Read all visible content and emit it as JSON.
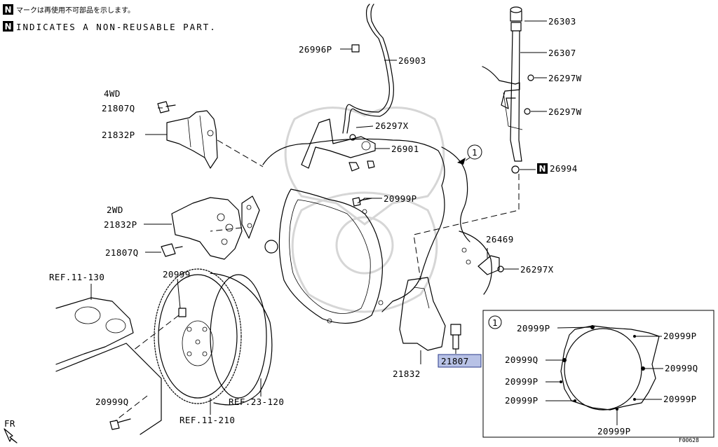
{
  "notes": {
    "jp_marker": "N",
    "jp_text": "マークは再使用不可部品を示します。",
    "en_marker": "N",
    "en_text": "INDICATES A NON-REUSABLE PART."
  },
  "labels": {
    "p26303": "26303",
    "p26307": "26307",
    "p26297w_a": "26297W",
    "p26297w_b": "26297W",
    "p26994": "26994",
    "p26994_marker": "N",
    "p26996p": "26996P",
    "p26903": "26903",
    "p26297x_a": "26297X",
    "p26901": "26901",
    "callout_main": "1",
    "wd4": "4WD",
    "p21807q_a": "21807Q",
    "p21832p_a": "21832P",
    "wd2": "2WD",
    "p21832p_b": "21832P",
    "p21807q_b": "21807Q",
    "p20999p_main": "20999P",
    "p26469": "26469",
    "p26297x_b": "26297X",
    "ref_11_130": "REF.11-130",
    "p20999": "20999",
    "p21832": "21832",
    "p21807": "21807",
    "p20999q": "20999Q",
    "ref_23_120": "REF.23-120",
    "ref_11_210": "REF.11-210",
    "fr": "FR",
    "figure_code": "F00628"
  },
  "inset": {
    "callout": "1",
    "left": [
      "20999P",
      "20999Q",
      "20999P",
      "20999P"
    ],
    "right": [
      "20999P",
      "20999Q",
      "20999P"
    ],
    "bottom": "20999P"
  },
  "colors": {
    "highlight_fill": "#b8c2e6",
    "highlight_stroke": "#2a3a8a",
    "watermark": "#d6d6d6"
  }
}
